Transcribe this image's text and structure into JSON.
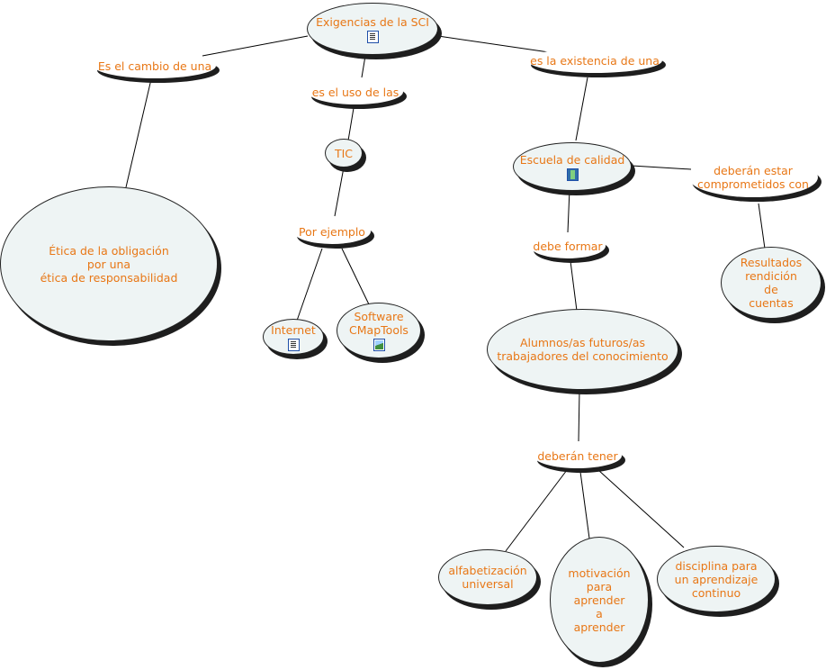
{
  "concepts": {
    "exigencias": "Exigencias de la SCI",
    "etica": "Ética de la obligación\npor una\nética de responsabilidad",
    "tic": "TIC",
    "internet": "Internet",
    "software": "Software\nCMapTools",
    "escuela": "Escuela de calidad",
    "resultados": "Resultados\nrendición\nde\ncuentas",
    "alumnos": "Alumnos/as futuros/as\ntrabajadores del conocimiento",
    "alfabetizacion": "alfabetización\nuniversal",
    "motivacion": "motivación\npara\naprender\na\naprender",
    "disciplina": "disciplina para\nun aprendizaje\ncontinuo"
  },
  "linking_phrases": {
    "cambio": "Es el cambio de una",
    "uso": "es el uso de las",
    "existencia": "es la existencia de una",
    "ejemplo": "Por ejemplo",
    "formar": "debe formar",
    "comprometidos": "deberán estar\ncomprometidos con",
    "tener": "deberán tener"
  },
  "resource_icons": {
    "exigencias": "document-icon",
    "escuela": "video-icon",
    "internet": "document-icon",
    "software": "image-icon"
  },
  "colors": {
    "text": "#e87716",
    "node_fill": "#eef4f4",
    "link_line": "#000000",
    "shadow": "#1e1e1e"
  }
}
